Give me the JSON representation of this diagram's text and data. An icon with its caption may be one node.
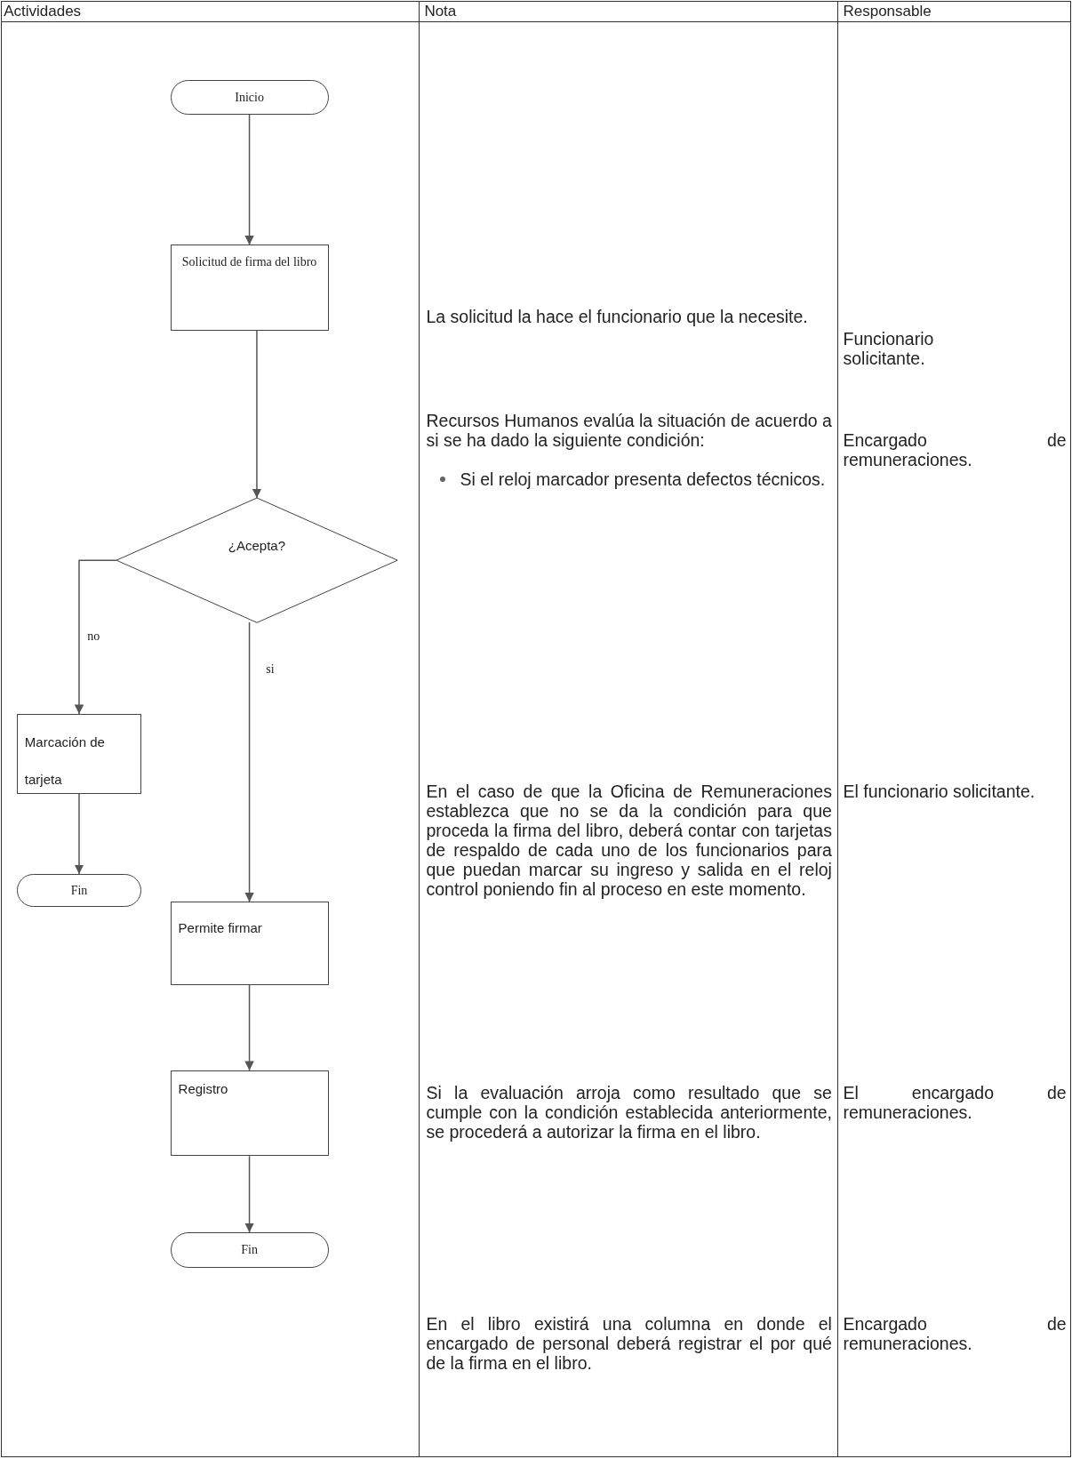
{
  "diagram": {
    "nodes": [
      {
        "text": [
          "Inicio"
        ]
      },
      {
        "text": [
          "Solicitud de firma del libro"
        ]
      },
      {
        "text": [
          "¿Acepta?"
        ]
      },
      {
        "text": [
          "Marcación de tarjeta"
        ]
      },
      {
        "text": [
          "Fin"
        ]
      },
      {
        "text": [
          "Permite firmar"
        ]
      },
      {
        "text": [
          "Registro"
        ]
      },
      {
        "text": [
          "Fin"
        ]
      }
    ],
    "edges": [
      {
        "from": 0,
        "to": 1,
        "arrow": "to"
      },
      {
        "from": 1,
        "to": 2,
        "arrow": "to"
      },
      {
        "from": 2,
        "to": 3,
        "arrow": "to",
        "label": "no"
      },
      {
        "from": 2,
        "to": 5,
        "arrow": "to",
        "label": "si"
      },
      {
        "from": 3,
        "to": 4,
        "arrow": "to"
      },
      {
        "from": 5,
        "to": 6,
        "arrow": "to"
      },
      {
        "from": 6,
        "to": 7,
        "arrow": "to"
      }
    ],
    "labels": [
      "Actividades",
      "Nota",
      "Responsable",
      "La solicitud la hace el funcionario que la necesite.",
      "Funcionario solicitante.",
      "Recursos Humanos evalúa la situación de acuerdo a si se ha dado la siguiente condición:",
      "Si el reloj marcador presenta defectos técnicos.",
      "Encargado de remuneraciones.",
      "En el caso de que la Oficina de Remuneraciones establezca que no se da la condición para que proceda la firma del libro, deberá contar con tarjetas de respaldo de cada uno de los funcionarios para que puedan marcar su ingreso y salida en el reloj control poniendo fin al proceso en este momento.",
      "El funcionario solicitante.",
      "Si la evaluación arroja como resultado que se cumple con la condición establecida anteriormente, se procederá a autorizar la firma en el libro.",
      "El encargado de remuneraciones.",
      "En el libro existirá una columna en donde el encargado de personal deberá registrar el por qué de la firma en el libro.",
      "Encargado de remuneraciones."
    ]
  }
}
